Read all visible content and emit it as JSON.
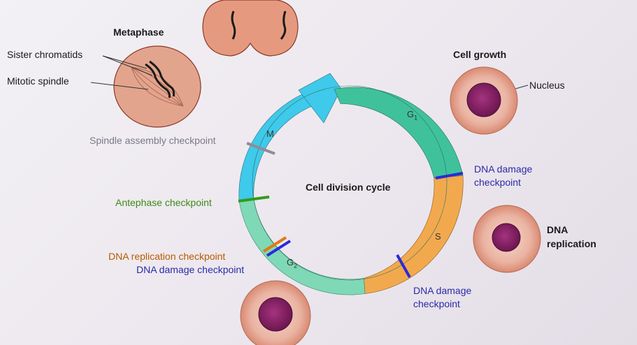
{
  "title": "Cell division cycle",
  "phases": {
    "m": "M",
    "g1": "G",
    "g1_sub": "1",
    "s": "S",
    "g2": "G",
    "g2_sub": "2"
  },
  "labels": {
    "metaphase": "Metaphase",
    "sister_chromatids": "Sister chromatids",
    "mitotic_spindle": "Mitotic spindle",
    "cell_growth": "Cell growth",
    "nucleus": "Nucleus",
    "dna_replication_line1": "DNA",
    "dna_replication_line2": "replication"
  },
  "checkpoints": {
    "spindle_assembly": "Spindle assembly checkpoint",
    "antephase": "Antephase checkpoint",
    "dna_replication": "DNA replication checkpoint",
    "dna_damage_g2": "DNA damage checkpoint",
    "dna_damage_g1_line1": "DNA damage",
    "dna_damage_g1_line2": "checkpoint",
    "dna_damage_s_line1": "DNA damage",
    "dna_damage_s_line2": "checkpoint"
  },
  "colors": {
    "m_phase": "#3fc9ea",
    "g1_phase": "#3fc29c",
    "s_phase": "#f2a94e",
    "g2_phase": "#7fd8b6",
    "checkpoint_gray": "#8d8d97",
    "checkpoint_blue": "#2b2ad8",
    "checkpoint_green": "#2f9d1c",
    "checkpoint_orange": "#e07b12",
    "cell_fill": "#e0967f",
    "nucleus_fill": "#8b2066"
  }
}
